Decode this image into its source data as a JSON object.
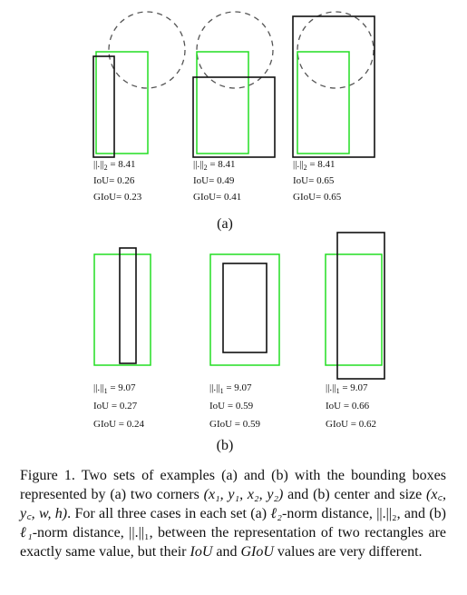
{
  "figure": {
    "set_a": {
      "label": "(a)",
      "cases": [
        {
          "norm_sub": "2",
          "norm_value": "8.41",
          "iou": "0.26",
          "giou": "0.23"
        },
        {
          "norm_sub": "2",
          "norm_value": "8.41",
          "iou": "0.49",
          "giou": "0.41"
        },
        {
          "norm_sub": "2",
          "norm_value": "8.41",
          "iou": "0.65",
          "giou": "0.65"
        }
      ]
    },
    "set_b": {
      "label": "(b)",
      "cases": [
        {
          "norm_sub": "1",
          "norm_value": "9.07",
          "iou": "0.27",
          "giou": "0.24"
        },
        {
          "norm_sub": "1",
          "norm_value": "9.07",
          "iou": "0.59",
          "giou": "0.59"
        },
        {
          "norm_sub": "1",
          "norm_value": "9.07",
          "iou": "0.66",
          "giou": "0.62"
        }
      ]
    },
    "text": {
      "norm_symbol": "||.||",
      "equals": " = ",
      "iou_prefix": "IoU= ",
      "giou_prefix": "GIoU= ",
      "iou_prefix_b": "IoU = ",
      "giou_prefix_b": "GIoU = "
    },
    "colors": {
      "ground_truth": "#22dd22",
      "prediction": "#111111",
      "anchor_circle": "#555555"
    }
  },
  "caption": {
    "lead": "Figure 1.  Two sets of examples (a) and (b) with the bounding boxes represented by (a) two corners ",
    "math_corners": "(x₁, y₁, x₂, y₂)",
    "mid1": " and (b) center and size ",
    "math_center": "(x꜀, y꜀, w, h)",
    "mid2": ". For all three cases in each set (a) ",
    "math_l2": "ℓ₂",
    "mid3": "-norm distance, ",
    "math_norm2": "||.||₂",
    "mid4": ", and (b) ",
    "math_l1": "ℓ₁",
    "mid5": "-norm distance, ",
    "math_norm1": "||.||₁",
    "mid6": ", between the representation of two rectangles are exactly same value, but their ",
    "math_iou": "IoU",
    "mid7": " and ",
    "math_giou": "GIoU",
    "tail": " values are very different."
  }
}
